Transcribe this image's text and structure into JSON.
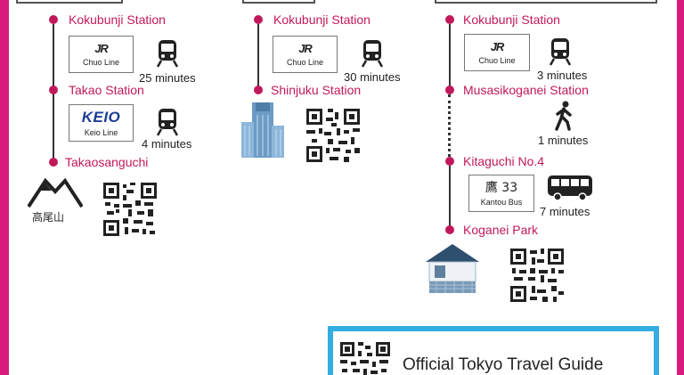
{
  "routes": [
    {
      "stops": [
        {
          "name": "Kokubunji Station"
        },
        {
          "name": "Takao Station"
        },
        {
          "name": "Takaosanguchi"
        }
      ],
      "legs": [
        {
          "operator_mark": "JR",
          "line": "Chuo Line",
          "duration": "25 minutes",
          "icon": "train-icon"
        },
        {
          "operator_mark": "KEIO",
          "line": "Keio Line",
          "duration": "4 minutes",
          "icon": "train-icon"
        }
      ],
      "destination_label": "高尾山",
      "destination_icon": "mountain-icon"
    },
    {
      "stops": [
        {
          "name": "Kokubunji Station"
        },
        {
          "name": "Shinjuku Station"
        }
      ],
      "legs": [
        {
          "operator_mark": "JR",
          "line": "Chuo Line",
          "duration": "30 minutes",
          "icon": "train-icon"
        }
      ],
      "destination_icon": "skyscraper-icon"
    },
    {
      "stops": [
        {
          "name": "Kokubunji Station"
        },
        {
          "name": "Musasikoganei Station"
        },
        {
          "name": "Kitaguchi No.4"
        },
        {
          "name": "Koganei Park"
        }
      ],
      "legs": [
        {
          "operator_mark": "JR",
          "line": "Chuo Line",
          "duration": "3 minutes",
          "icon": "train-icon"
        },
        {
          "duration": "1 minutes",
          "icon": "walking-person-icon"
        },
        {
          "operator_mark": "鷹 33",
          "line": "Kantou Bus",
          "duration": "7 minutes",
          "icon": "bus-icon"
        }
      ],
      "destination_icon": "house-icon"
    }
  ],
  "guide": {
    "title": "Official Tokyo Travel Guide"
  },
  "colors": {
    "frame": "#d81a7c",
    "station": "#c2185b",
    "guide_border": "#33aee0",
    "keio": "#1b3f94"
  }
}
